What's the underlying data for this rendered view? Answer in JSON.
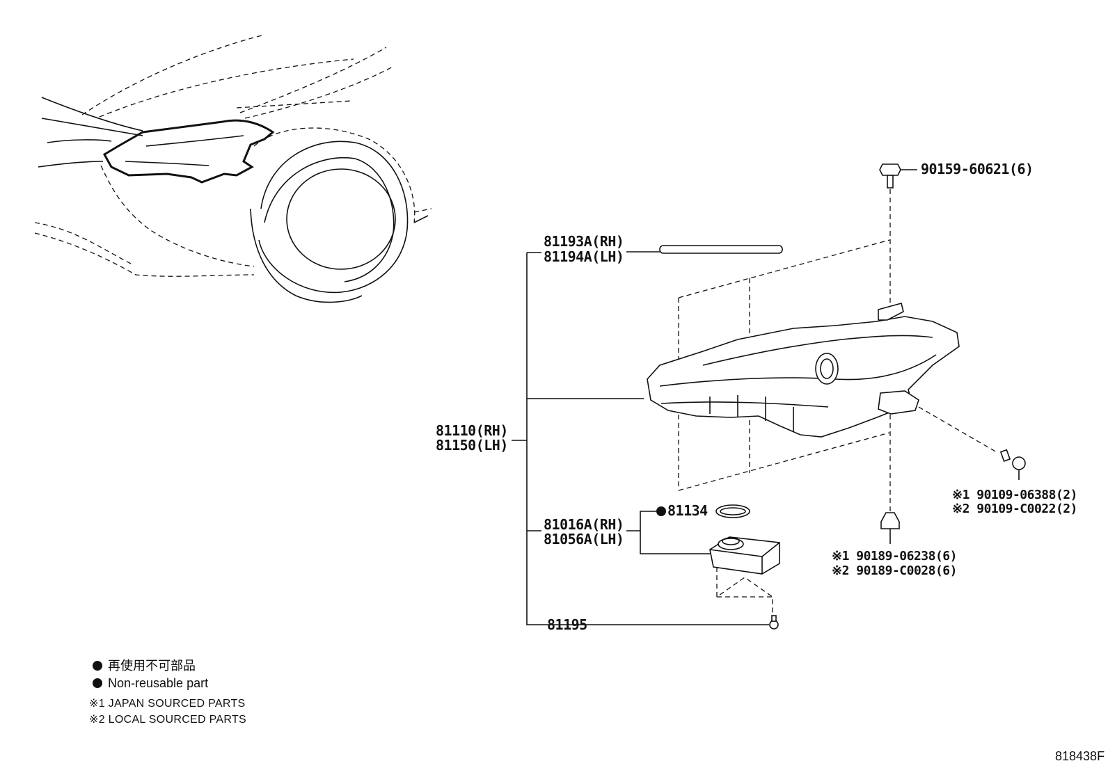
{
  "parts": {
    "bolt_top": "90159-60621(6)",
    "seal_rh": "81193A(RH)",
    "seal_lh": "81194A(LH)",
    "headlamp_rh": "81110(RH)",
    "headlamp_lh": "81150(LH)",
    "bolt_right_1": "※1 90109-06388(2)",
    "bolt_right_2": "※2 90109-C0022(2)",
    "gasket": "81134",
    "computer_rh": "81016A(RH)",
    "computer_lh": "81056A(LH)",
    "nut_1": "※1 90189-06238(6)",
    "nut_2": "※2 90189-C0028(6)",
    "screw": "81195"
  },
  "legend": {
    "non_reusable_jp": "再使用不可部品",
    "non_reusable_en": "Non-reusable part",
    "japan_sourced": "※1 JAPAN SOURCED PARTS",
    "local_sourced": "※2 LOCAL SOURCED PARTS"
  },
  "figure_id": "818438F"
}
